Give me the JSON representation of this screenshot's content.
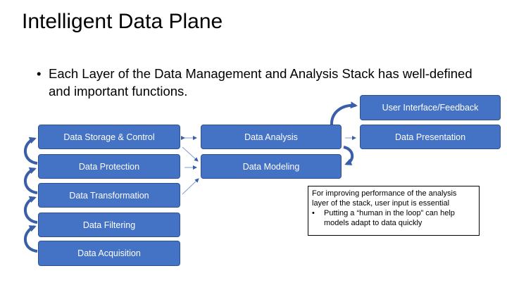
{
  "slide": {
    "title": "Intelligent Data Plane",
    "bullet_symbol": "•",
    "bullet": "Each Layer of the Data Management and Analysis Stack has well-defined and important functions."
  },
  "boxes": {
    "storage": "Data Storage & Control",
    "protection": "Data Protection",
    "transformation": "Data Transformation",
    "filtering": "Data Filtering",
    "acquisition": "Data Acquisition",
    "analysis": "Data Analysis",
    "modeling": "Data Modeling",
    "ui_feedback": "User Interface/Feedback",
    "presentation": "Data Presentation"
  },
  "note": {
    "intro": "For improving performance of the analysis layer of the stack, user input is essential",
    "item_bullet": "•",
    "item": "Putting a “human in the loop” can help models adapt to data quickly"
  },
  "colors": {
    "box_fill": "#4472C4",
    "box_border": "#2F528F",
    "arrow": "#3A5FA8"
  }
}
